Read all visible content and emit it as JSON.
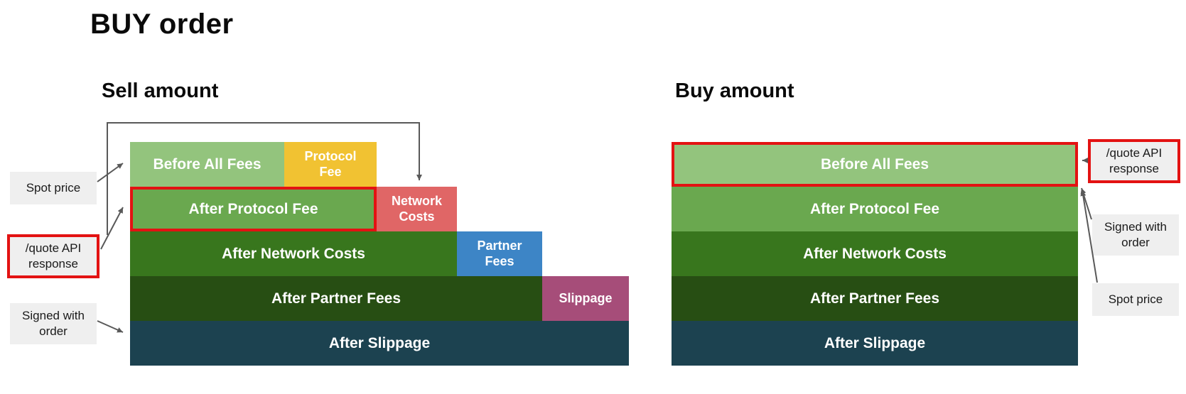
{
  "title": "BUY order",
  "colors": {
    "light_green": "#93C47D",
    "mid_green": "#6AA84F",
    "dark_green": "#38761D",
    "darker_green": "#274E13",
    "teal": "#1C4250",
    "protocol_fee_yellow": "#F1C232",
    "network_costs_red": "#E06666",
    "partner_fees_blue": "#3D85C6",
    "slippage_purple": "#A64D79",
    "highlight_border_red": "#E31212",
    "callout_bg": "#EFEFEF",
    "arrow_gray": "#595959"
  },
  "sell": {
    "heading": "Sell amount",
    "rows": [
      {
        "label": "Before All Fees",
        "fee_label": "Protocol Fee"
      },
      {
        "label": "After Protocol Fee",
        "fee_label": "Network Costs"
      },
      {
        "label": "After Network Costs",
        "fee_label": "Partner Fees"
      },
      {
        "label": "After Partner Fees",
        "fee_label": "Slippage"
      },
      {
        "label": "After Slippage"
      }
    ],
    "callouts": {
      "spot_price": "Spot price",
      "quote_api": "/quote API response",
      "signed": "Signed with order"
    }
  },
  "buy": {
    "heading": "Buy amount",
    "rows": [
      {
        "label": "Before All Fees"
      },
      {
        "label": "After Protocol Fee"
      },
      {
        "label": "After Network Costs"
      },
      {
        "label": "After Partner Fees"
      },
      {
        "label": "After Slippage"
      }
    ],
    "callouts": {
      "quote_api": "/quote API response",
      "signed": "Signed with order",
      "spot_price": "Spot price"
    }
  }
}
